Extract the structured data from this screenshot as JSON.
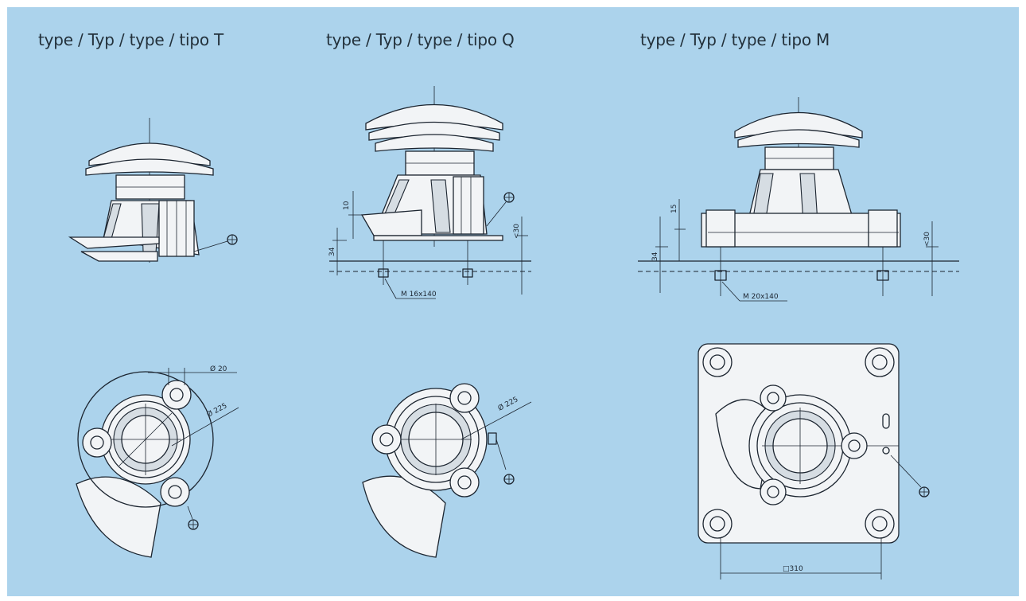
{
  "headings": {
    "type_t": "type / Typ / type / tipo T",
    "type_q": "type / Typ / type / tipo Q",
    "type_m": "type / Typ / type / tipo M"
  },
  "dimensions": {
    "t_hole_dia": "Ø 20",
    "t_circle_dia": "Ø 225",
    "q_dim_top": "10",
    "q_dim_clear": "<30",
    "q_dim_base": "34",
    "q_circle_dia": "Ø 225",
    "q_bolt": "M 16x140",
    "m_dim_top": "15",
    "m_dim_clear": "<30",
    "m_dim_base": "34",
    "m_bolt": "M 20x140",
    "m_plate": "□310"
  },
  "colors": {
    "panel_background": "#acd3ec",
    "drawing_line": "#1c2530"
  }
}
